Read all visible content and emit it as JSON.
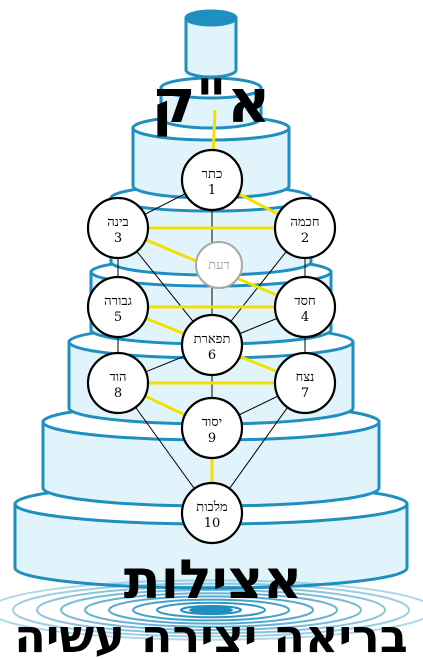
{
  "title": "א\"ק",
  "world_main": "אצילות",
  "worlds_lower": "בריאה יצירה עשיה",
  "sefirot": [
    {
      "id": "keter",
      "name": "כתר",
      "number": "1"
    },
    {
      "id": "chochmah",
      "name": "חכמה",
      "number": "2"
    },
    {
      "id": "binah",
      "name": "בינה",
      "number": "3"
    },
    {
      "id": "daat",
      "name": "דעת",
      "number": ""
    },
    {
      "id": "chesed",
      "name": "חסד",
      "number": "4"
    },
    {
      "id": "gevurah",
      "name": "גבורה",
      "number": "5"
    },
    {
      "id": "tiferet",
      "name": "תפארת",
      "number": "6"
    },
    {
      "id": "netzach",
      "name": "נצח",
      "number": "7"
    },
    {
      "id": "hod",
      "name": "הוד",
      "number": "8"
    },
    {
      "id": "yesod",
      "name": "יסוד",
      "number": "9"
    },
    {
      "id": "malchut",
      "name": "מלכות",
      "number": "10"
    }
  ],
  "colors": {
    "tier_fill": "#e2f4fb",
    "tier_stroke": "#1f8fc0",
    "cap_fill": "#1f8fc0",
    "lightning": "#f2e000",
    "path": "#000000",
    "node_stroke": "#000000",
    "daat_stroke": "#a8a8a8",
    "text": "#000000",
    "ripple": "#1f8fc0"
  }
}
